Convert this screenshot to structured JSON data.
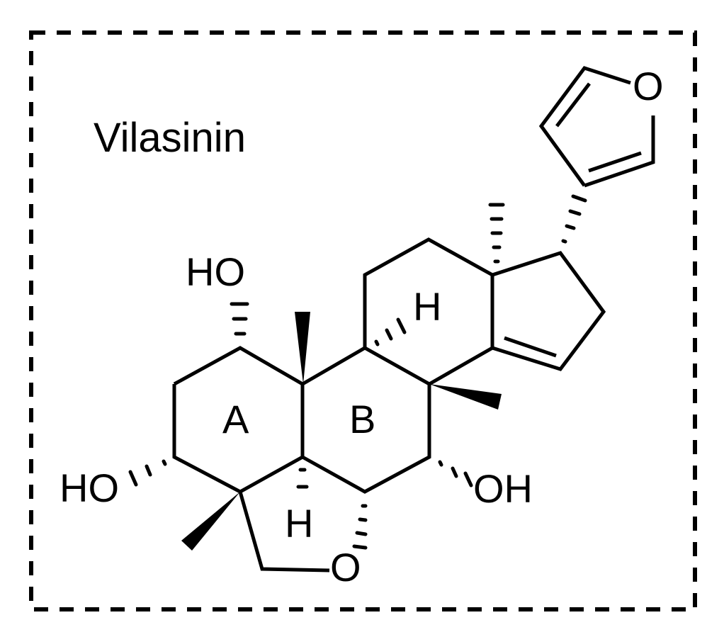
{
  "figure": {
    "title": "Vilasinin",
    "border_style": "dashed",
    "colors": {
      "ink": "#000000",
      "background": "#ffffff"
    }
  },
  "labels": {
    "ring_a": "A",
    "ring_b": "B",
    "oh_c1": "HO",
    "oh_c3": "HO",
    "oh_c7": "OH",
    "h_c9": "H",
    "h_c5": "H",
    "ether_o": "O",
    "furan_o": "O"
  }
}
